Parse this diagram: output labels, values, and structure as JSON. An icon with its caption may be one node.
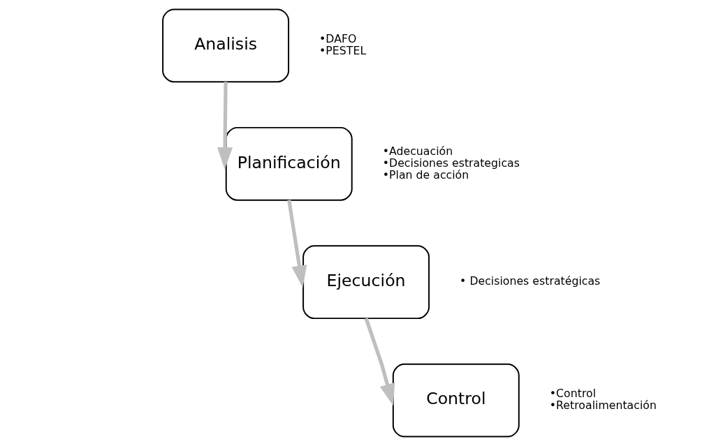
{
  "diagram": {
    "nodes": [
      {
        "text": [
          "Analisis"
        ],
        "beside": [
          "•DAFO",
          "•PESTEL"
        ]
      },
      {
        "text": [
          "Planificación"
        ],
        "beside": [
          "•Adecuación",
          "•Decisiones estrategicas",
          "•Plan de acción"
        ]
      },
      {
        "text": [
          "Ejecución"
        ],
        "beside": [
          "• Decisiones estratégicas"
        ]
      },
      {
        "text": [
          "Control"
        ],
        "beside": [
          "•Control",
          "•Retroalimentación"
        ]
      }
    ],
    "edges": [
      {
        "from": 0,
        "to": 1,
        "arrow": "to"
      },
      {
        "from": 1,
        "to": 2,
        "arrow": "to"
      },
      {
        "from": 2,
        "to": 3,
        "arrow": "to"
      }
    ]
  }
}
